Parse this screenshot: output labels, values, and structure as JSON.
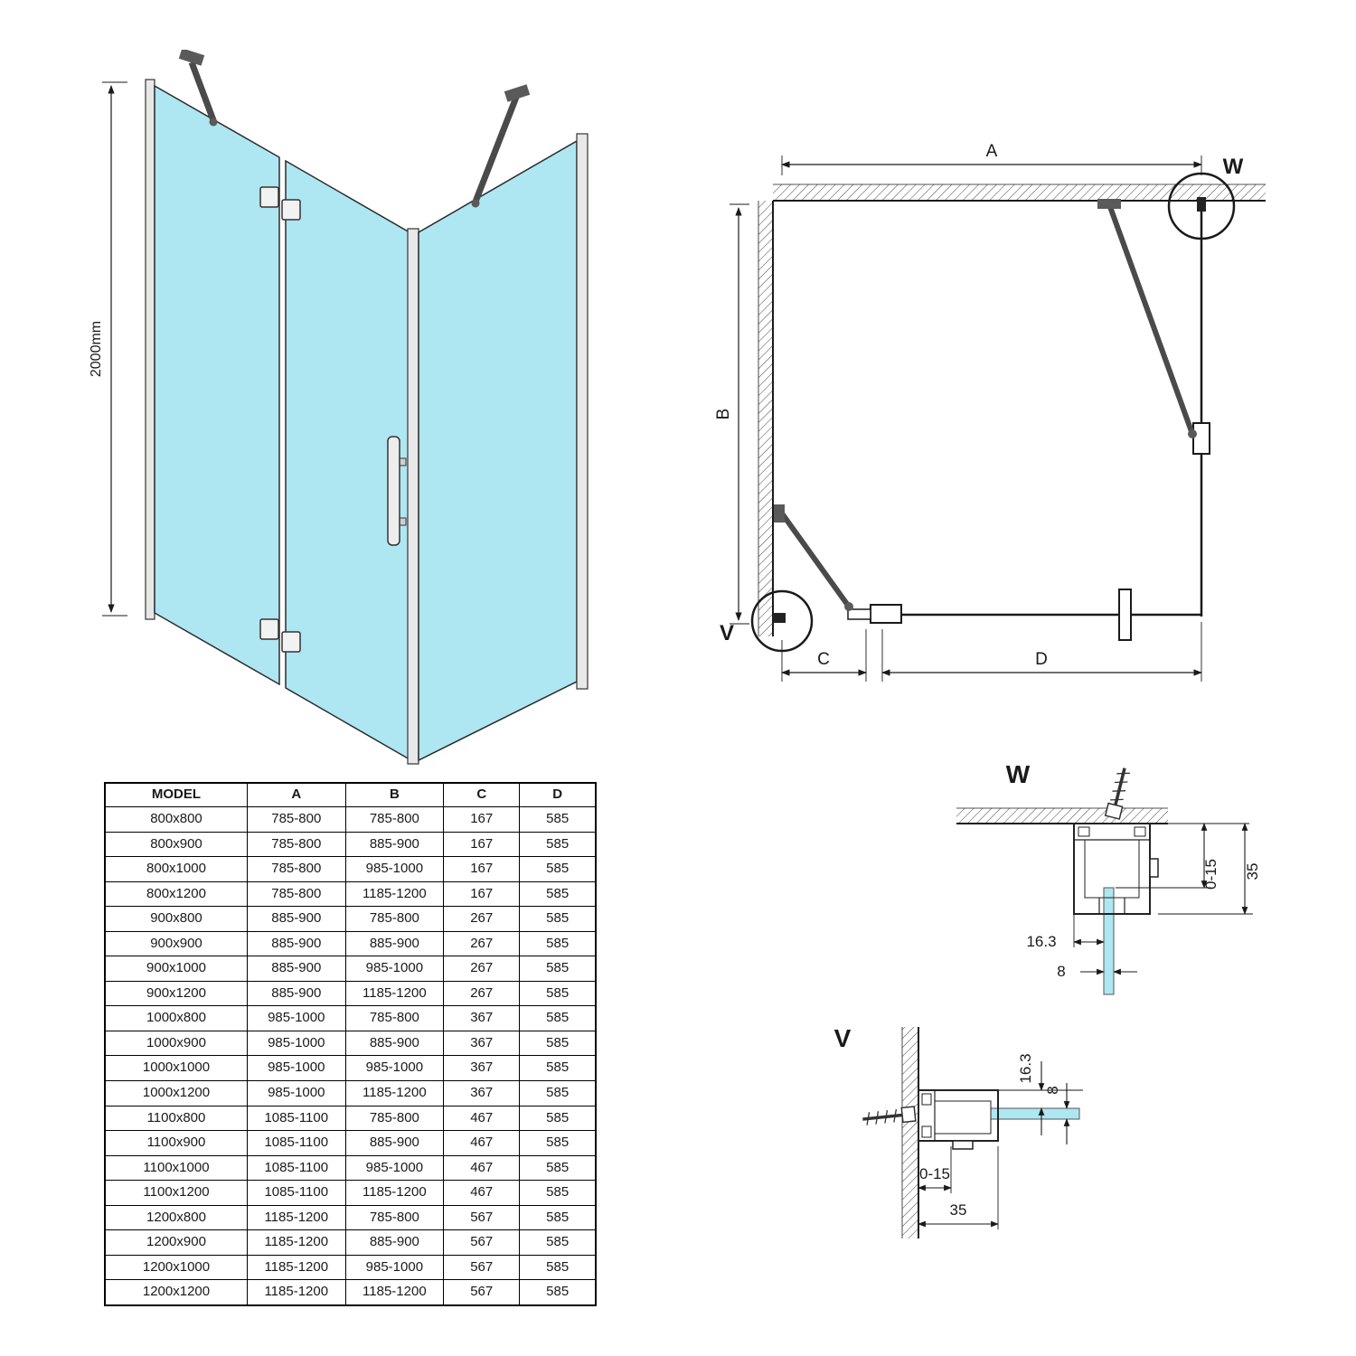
{
  "iso": {
    "height_label": "2000mm"
  },
  "plan": {
    "dim_a_label": "A",
    "dim_b_label": "B",
    "dim_c_label": "C",
    "dim_d_label": "D",
    "detail_w_label": "W",
    "detail_v_label": "V"
  },
  "detail_w": {
    "title": "W",
    "dim_163": "16.3",
    "dim_8": "8",
    "dim_015": "0-15",
    "dim_35": "35"
  },
  "detail_v": {
    "title": "V",
    "dim_163": "16.3",
    "dim_8": "8",
    "dim_015": "0-15",
    "dim_35": "35"
  },
  "table": {
    "headers": [
      "MODEL",
      "A",
      "B",
      "C",
      "D"
    ],
    "rows": [
      [
        "800x800",
        "785-800",
        "785-800",
        "167",
        "585"
      ],
      [
        "800x900",
        "785-800",
        "885-900",
        "167",
        "585"
      ],
      [
        "800x1000",
        "785-800",
        "985-1000",
        "167",
        "585"
      ],
      [
        "800x1200",
        "785-800",
        "1185-1200",
        "167",
        "585"
      ],
      [
        "900x800",
        "885-900",
        "785-800",
        "267",
        "585"
      ],
      [
        "900x900",
        "885-900",
        "885-900",
        "267",
        "585"
      ],
      [
        "900x1000",
        "885-900",
        "985-1000",
        "267",
        "585"
      ],
      [
        "900x1200",
        "885-900",
        "1185-1200",
        "267",
        "585"
      ],
      [
        "1000x800",
        "985-1000",
        "785-800",
        "367",
        "585"
      ],
      [
        "1000x900",
        "985-1000",
        "885-900",
        "367",
        "585"
      ],
      [
        "1000x1000",
        "985-1000",
        "985-1000",
        "367",
        "585"
      ],
      [
        "1000x1200",
        "985-1000",
        "1185-1200",
        "367",
        "585"
      ],
      [
        "1100x800",
        "1085-1100",
        "785-800",
        "467",
        "585"
      ],
      [
        "1100x900",
        "1085-1100",
        "885-900",
        "467",
        "585"
      ],
      [
        "1100x1000",
        "1085-1100",
        "985-1000",
        "467",
        "585"
      ],
      [
        "1100x1200",
        "1085-1100",
        "1185-1200",
        "467",
        "585"
      ],
      [
        "1200x800",
        "1185-1200",
        "785-800",
        "567",
        "585"
      ],
      [
        "1200x900",
        "1185-1200",
        "885-900",
        "567",
        "585"
      ],
      [
        "1200x1000",
        "1185-1200",
        "985-1000",
        "567",
        "585"
      ],
      [
        "1200x1200",
        "1185-1200",
        "1185-1200",
        "567",
        "585"
      ]
    ]
  },
  "colors": {
    "glass": "#aee6f2",
    "line": "#1a1a1a"
  }
}
